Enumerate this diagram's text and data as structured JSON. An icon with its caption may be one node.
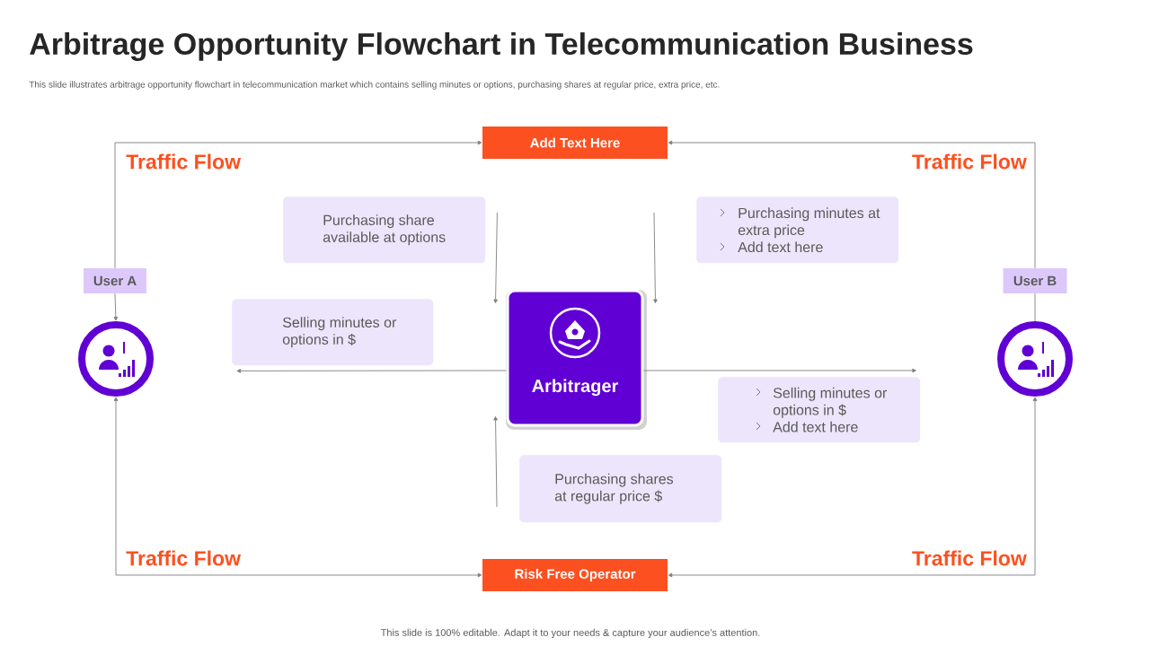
{
  "diagram": {
    "title": "Arbitrage Opportunity Flowchart in Telecommunication Business",
    "nodes": [
      {
        "text": [
          "Add  Text Here"
        ]
      },
      {
        "text": [
          "User A"
        ]
      },
      {
        "text": [
          "User B"
        ]
      },
      {
        "text": [
          "Purchasing share available at options"
        ]
      },
      {
        "text": [
          "Purchasing minutes at extra price",
          "Add text here"
        ]
      },
      {
        "text": [
          "Selling minutes or options in $"
        ]
      },
      {
        "text": [
          "Arbitrager"
        ]
      },
      {
        "text": [],
        "shape": "circle"
      },
      {
        "text": [],
        "shape": "circle"
      },
      {
        "text": [
          "Selling minutes or options in $",
          "Add text here"
        ]
      },
      {
        "text": [
          "Purchasing shares at regular price $"
        ]
      },
      {
        "text": [
          "Risk Free Operator"
        ]
      }
    ],
    "edges": [
      {
        "from": 1,
        "to": 0,
        "arrow": "to"
      },
      {
        "from": 2,
        "to": 0,
        "arrow": "to"
      },
      {
        "from": 1,
        "to": 7,
        "arrow": "to"
      },
      {
        "from": 2,
        "to": 8,
        "arrow": "none"
      },
      {
        "from": 7,
        "to": 11,
        "arrow": "both"
      },
      {
        "from": 8,
        "to": 11,
        "arrow": "both"
      },
      {
        "from": 3,
        "to": 6,
        "arrow": "to"
      },
      {
        "from": 4,
        "to": 6,
        "arrow": "to"
      },
      {
        "from": null,
        "to": 6,
        "arrow": "to"
      },
      {
        "from": 6,
        "to": 5,
        "arrow": "to"
      },
      {
        "from": 6,
        "to": 9,
        "arrow": "to"
      }
    ],
    "labels": [
      "This slide illustrates arbitrage opportunity flowchart in telecommunication market which contains selling minutes or options, purchasing shares at regular price, extra price, etc.",
      "Traffic Flow",
      "Traffic Flow",
      "Traffic Flow",
      "Traffic Flow",
      "This slide is 100% editable. Adapt it to your needs & capture your audience’s attention."
    ]
  }
}
